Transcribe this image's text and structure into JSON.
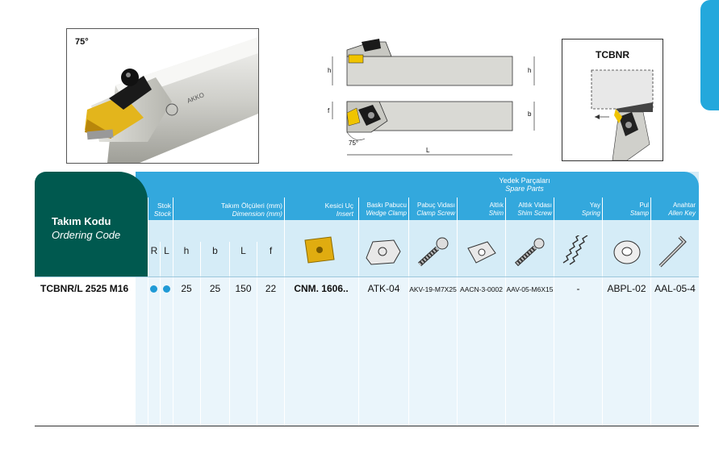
{
  "figures": {
    "photo_angle": "75°",
    "detail_title": "TCBNR",
    "dim_h": "h",
    "dim_f": "f",
    "dim_b": "b",
    "dim_L": "L",
    "dim_angle": "75°",
    "brand": "AKKO"
  },
  "table": {
    "ordering_code_tr": "Takım Kodu",
    "ordering_code_en": "Ordering Code",
    "stock_tr": "Stok",
    "stock_en": "Stock",
    "dimension_tr": "Takım Ölçüleri (mm)",
    "dimension_en": "Dimension (mm)",
    "insert_tr": "Kesici Uç",
    "insert_en": "Insert",
    "spare_tr": "Yedek Parçaları",
    "spare_en": "Spare Parts",
    "spare_cols": [
      {
        "tr": "Baskı Pabucu",
        "en": "Wedge Clamp"
      },
      {
        "tr": "Pabuç Vidası",
        "en": "Clamp Screw"
      },
      {
        "tr": "Altlık",
        "en": "Shim"
      },
      {
        "tr": "Altlık Vidası",
        "en": "Shim Screw"
      },
      {
        "tr": "Yay",
        "en": "Spring"
      },
      {
        "tr": "Pul",
        "en": "Stamp"
      },
      {
        "tr": "Anahtar",
        "en": "Allen Key"
      }
    ],
    "col_R": "R",
    "col_L": "L",
    "col_h": "h",
    "col_b": "b",
    "col_Ldim": "L",
    "col_f": "f",
    "rows": [
      {
        "code": "TCBNR/L  2525 M16",
        "h": "25",
        "b": "25",
        "L": "150",
        "f": "22",
        "insert": "CNM. 1606..",
        "wedge_clamp": "ATK-04",
        "clamp_screw": "AKV-19-M7X25",
        "shim": "AACN-3-0002",
        "shim_screw": "AAV-05-M6X15",
        "spring": "-",
        "stamp": "ABPL-02",
        "allen_key": "AAL-05-4"
      }
    ],
    "accent": "#33a8dd",
    "dark": "#00594f"
  }
}
